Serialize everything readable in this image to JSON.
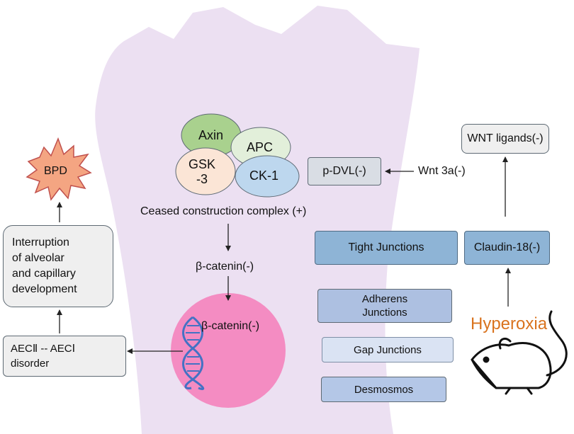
{
  "destruction_complex": {
    "axin": "Axin",
    "apc": "APC",
    "gsk3": "GSK\n-3",
    "ck1": "CK-1",
    "label": "Ceased construction complex (+)"
  },
  "beta_catenin_cytoplasm": "β-catenin(-)",
  "beta_catenin_nucleus": "β-catenin(-)",
  "bpd": "BPD",
  "interruption": "Interruption\nof alveolar\nand capillary\ndevelopment",
  "aec": "AECⅡ -- AECⅠ\ndisorder",
  "p_dvl": "p-DVL(-)",
  "wnt3a": "Wnt 3a(-)",
  "wnt_ligands": "WNT ligands(-)",
  "tight_junctions": "Tight Junctions",
  "claudin": "Claudin-18(-)",
  "adherens_junctions": "Adherens\nJunctions",
  "gap_junctions": "Gap Junctions",
  "desmosomes": "Desmosmos",
  "hyperoxia": "Hyperoxia",
  "colors": {
    "hand": "#ece0f2",
    "axin": "#a9d18e",
    "apc": "#e2efda",
    "gsk3": "#fbe5d6",
    "ck1": "#bdd7ee",
    "nucleus": "#f48cc2",
    "bpd": "#f4a582",
    "hyperoxia": "#d9731e",
    "tight": "#8eb4d6",
    "adherens": "#adc0e1",
    "gap": "#dae3f3",
    "desmosomes": "#b4c7e7",
    "dna": "#4472c4"
  },
  "icons": [
    "bpd-burst-icon",
    "dna-helix-icon",
    "mouse-icon"
  ]
}
